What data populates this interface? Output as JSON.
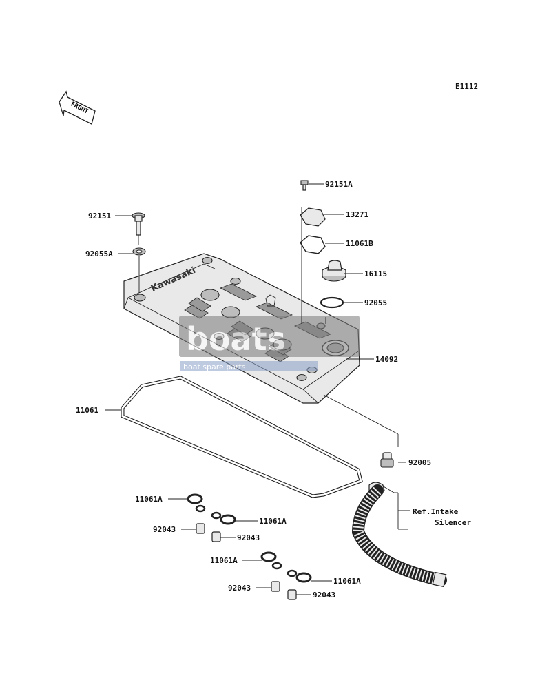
{
  "diagram_code": "E1112",
  "front_arrow_text": "FRONT",
  "brand_on_cover": "Kawasaki",
  "watermark": {
    "main": "boats",
    "sub": "boat spare parts"
  },
  "ref_note": [
    "Ref.Intake",
    "Silencer"
  ],
  "labels": {
    "p92151A": "92151A",
    "p13271": "13271",
    "p11061B": "11061B",
    "p16115": "16115",
    "p92055": "92055",
    "p14092": "14092",
    "p92151": "92151",
    "p92055A": "92055A",
    "p11061": "11061",
    "p92005": "92005",
    "p11061A_1": "11061A",
    "p11061A_2": "11061A",
    "p11061A_3": "11061A",
    "p11061A_4": "11061A",
    "p92043_1": "92043",
    "p92043_2": "92043",
    "p92043_3": "92043",
    "p92043_4": "92043"
  }
}
